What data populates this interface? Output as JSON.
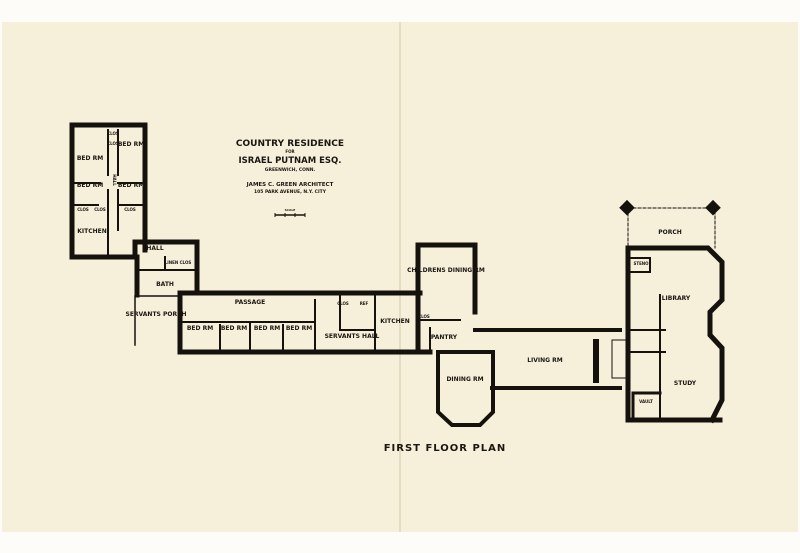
{
  "title_block": {
    "line1": "COUNTRY   RESIDENCE",
    "line2": "FOR",
    "line3": "ISRAEL  PUTNAM  ESQ.",
    "line4": "GREENWICH, CONN.",
    "line5": "JAMES  C. GREEN  ARCHITECT",
    "line6": "105 PARK AVENUE, N.Y. CITY",
    "scale_label": "SCALE"
  },
  "plan_title": "FIRST   FLOOR   PLAN",
  "rooms": {
    "bed1": "BED RM",
    "bed2": "BED RM",
    "bed3": "BED RM",
    "bed4": "BED RM",
    "clos_a": "CLOS",
    "clos_b": "CLOS",
    "clos_c": "CLOS",
    "clos_d": "CLOS",
    "clos_e": "CLOS",
    "hall_upper": "HALL",
    "kitchen_upper": "KITCHEN",
    "hall": "HALL",
    "linen": "LINEN CLOS",
    "bath": "BATH",
    "servants_porch": "SERVANTS PORCH",
    "passage": "PASSAGE",
    "bed5": "BED RM",
    "bed6": "BED RM",
    "bed7": "BED RM",
    "bed8": "BED RM",
    "clos_f": "CLOS",
    "ref": "REF",
    "servants_hall": "SERVANTS HALL",
    "kitchen": "KITCHEN",
    "clos_g": "CLOS",
    "pantry": "PANTRY",
    "childrens_dining": "CHILDRENS DINING RM",
    "dining": "DINING RM",
    "living": "LIVING RM",
    "porch": "PORCH",
    "steno": "STENO",
    "library": "LIBRARY",
    "study": "STUDY",
    "vault": "VAULT"
  }
}
